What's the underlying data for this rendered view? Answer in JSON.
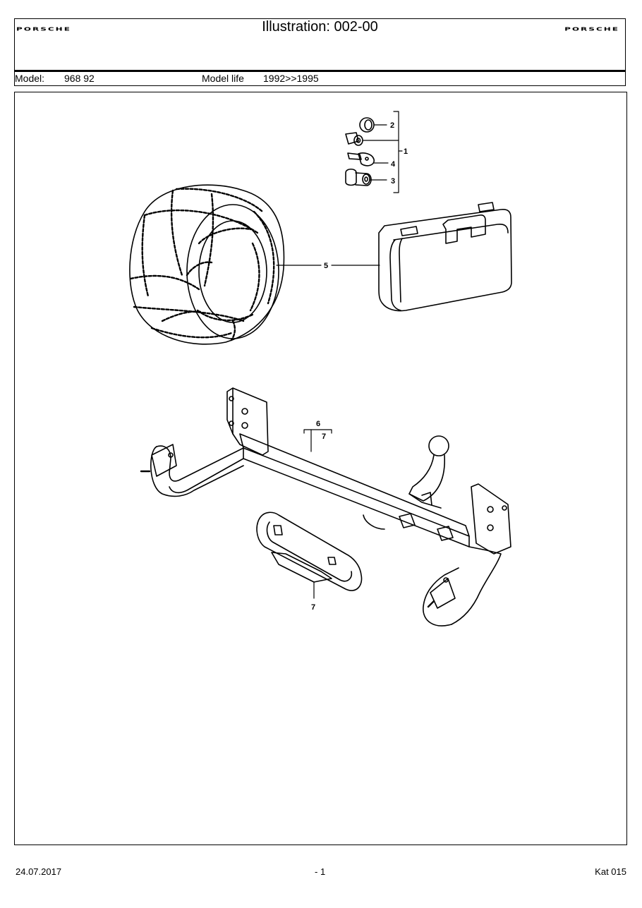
{
  "header": {
    "brand_left": "PORSCHE",
    "brand_right": "PORSCHE",
    "title": "Illustration: 002-00",
    "model_label": "Model:",
    "model_value": "968 92",
    "model_life_label": "Model life",
    "model_life_value": "1992>>1995"
  },
  "callouts": {
    "c1": "1",
    "c2": "2",
    "c3": "3",
    "c4": "4",
    "c5": "5",
    "c6": "6",
    "c7a": "7",
    "c7b": "7"
  },
  "footer": {
    "date": "24.07.2017",
    "page": "- 1",
    "catalog": "Kat 015"
  }
}
